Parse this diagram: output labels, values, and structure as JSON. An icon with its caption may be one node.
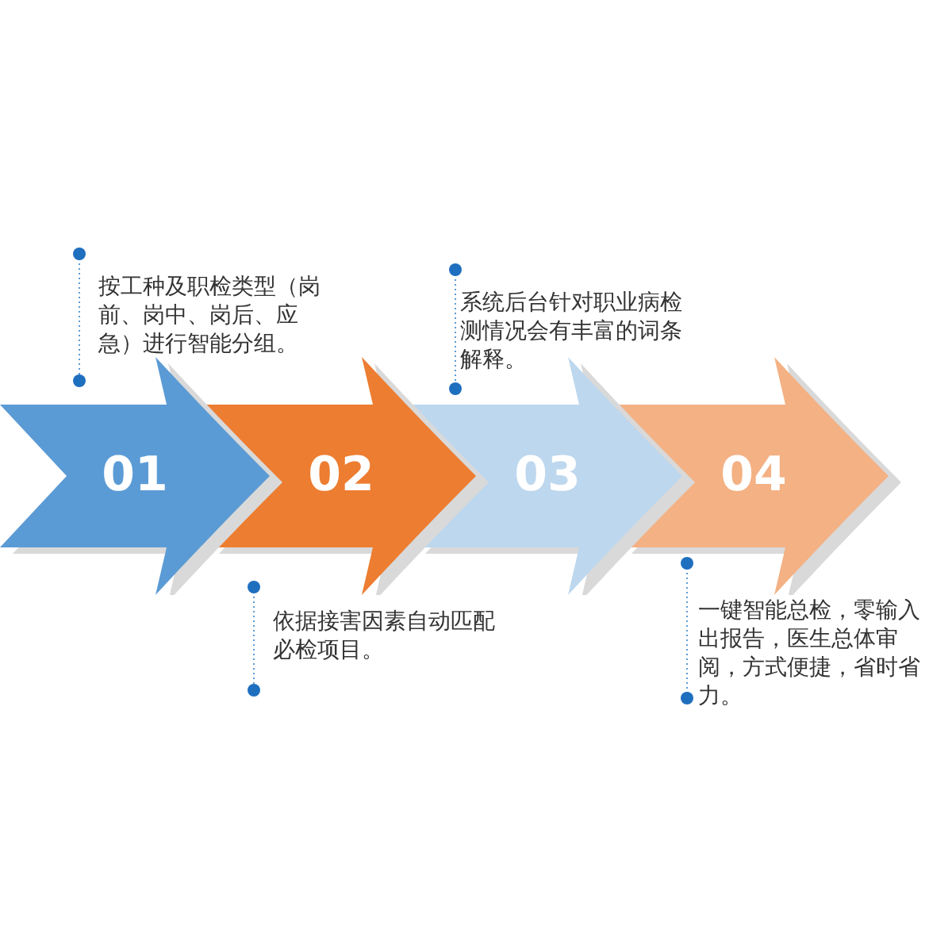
{
  "diagram": {
    "nodes": [
      {
        "text": [
          "01"
        ],
        "beside": [
          "按工种及职检类型（岗前、岗中、岗后、应急）进行智能分组。"
        ]
      },
      {
        "text": [
          "02"
        ],
        "beside": [
          "依据接害因素自动匹配必检项目。"
        ]
      },
      {
        "text": [
          "03"
        ],
        "beside": [
          "系统后台针对职业病检测情况会有丰富的词条解释。"
        ]
      },
      {
        "text": [
          "04"
        ],
        "beside": [
          "一键智能总检，零输入出报告，医生总体审阅，方式便捷，省时省力。"
        ]
      }
    ],
    "edges": []
  }
}
